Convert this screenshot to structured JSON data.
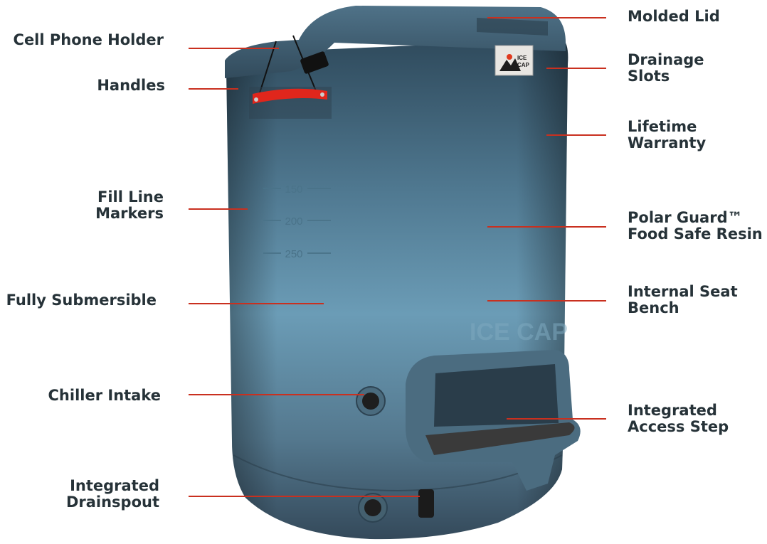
{
  "colors": {
    "label_text": "#263238",
    "leader_line": "#c9301f",
    "cooler_body": "#5f8ea6",
    "handle": "#e0261c"
  },
  "product": {
    "badge_text": [
      "ICE",
      "CAP"
    ],
    "embossed_text": "ICE CAP",
    "fill_markers": [
      "150",
      "200",
      "250"
    ]
  },
  "labels_left": [
    {
      "id": "cell-phone-holder",
      "lines": [
        "Cell Phone Holder"
      ]
    },
    {
      "id": "handles",
      "lines": [
        "Handles"
      ]
    },
    {
      "id": "fill-line-markers",
      "lines": [
        "Fill Line",
        "Markers"
      ]
    },
    {
      "id": "fully-submersible",
      "lines": [
        "Fully Submersible"
      ]
    },
    {
      "id": "chiller-intake",
      "lines": [
        "Chiller Intake"
      ]
    },
    {
      "id": "integrated-drainspout",
      "lines": [
        "Integrated",
        "Drainspout"
      ]
    }
  ],
  "labels_right": [
    {
      "id": "molded-lid",
      "lines": [
        "Molded Lid"
      ]
    },
    {
      "id": "drainage-slots",
      "lines": [
        "Drainage",
        "Slots"
      ]
    },
    {
      "id": "lifetime-warranty",
      "lines": [
        "Lifetime",
        "Warranty"
      ]
    },
    {
      "id": "polar-guard",
      "lines": [
        "Polar Guard™",
        "Food Safe Resin"
      ]
    },
    {
      "id": "internal-seat-bench",
      "lines": [
        "Internal Seat",
        "Bench"
      ]
    },
    {
      "id": "integrated-access-step",
      "lines": [
        "Integrated",
        "Access Step"
      ]
    }
  ]
}
